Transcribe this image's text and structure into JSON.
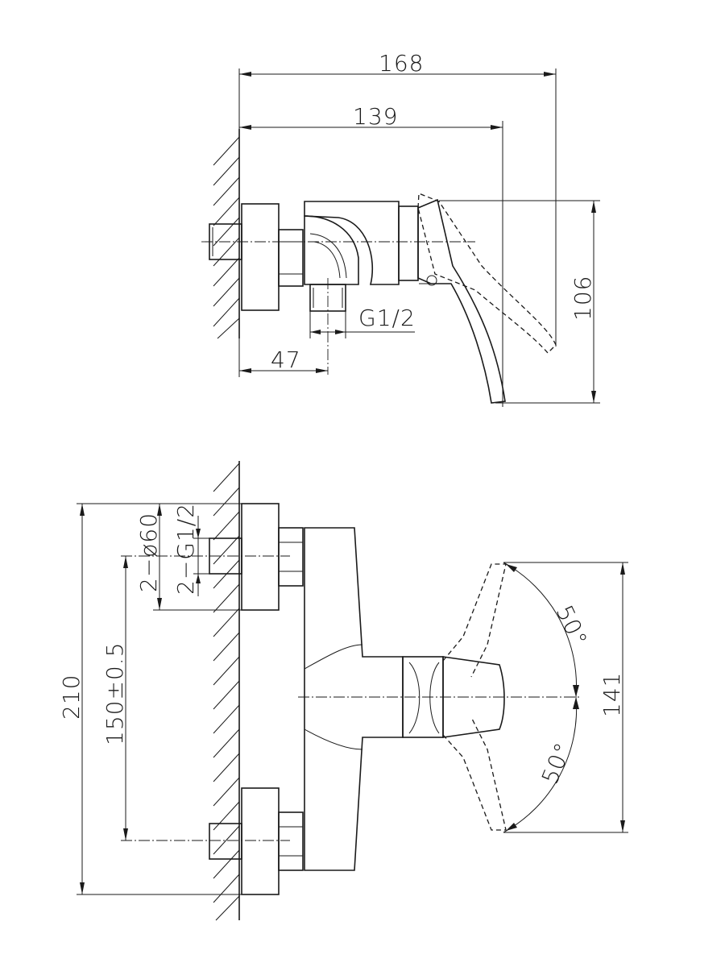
{
  "side_view": {
    "dim_overall_length": "168",
    "dim_wall_to_spout": "139",
    "dim_height": "106",
    "dim_connection": "G1/2",
    "dim_wall_to_outlet": "47"
  },
  "front_view": {
    "dim_total_height": "210",
    "dim_center_distance": "150±0.5",
    "dim_flange_diameter": "2−ø60",
    "dim_thread": "2−G1/2",
    "dim_handle_sweep": "141",
    "angle_upper": "50°",
    "angle_lower": "50°"
  }
}
